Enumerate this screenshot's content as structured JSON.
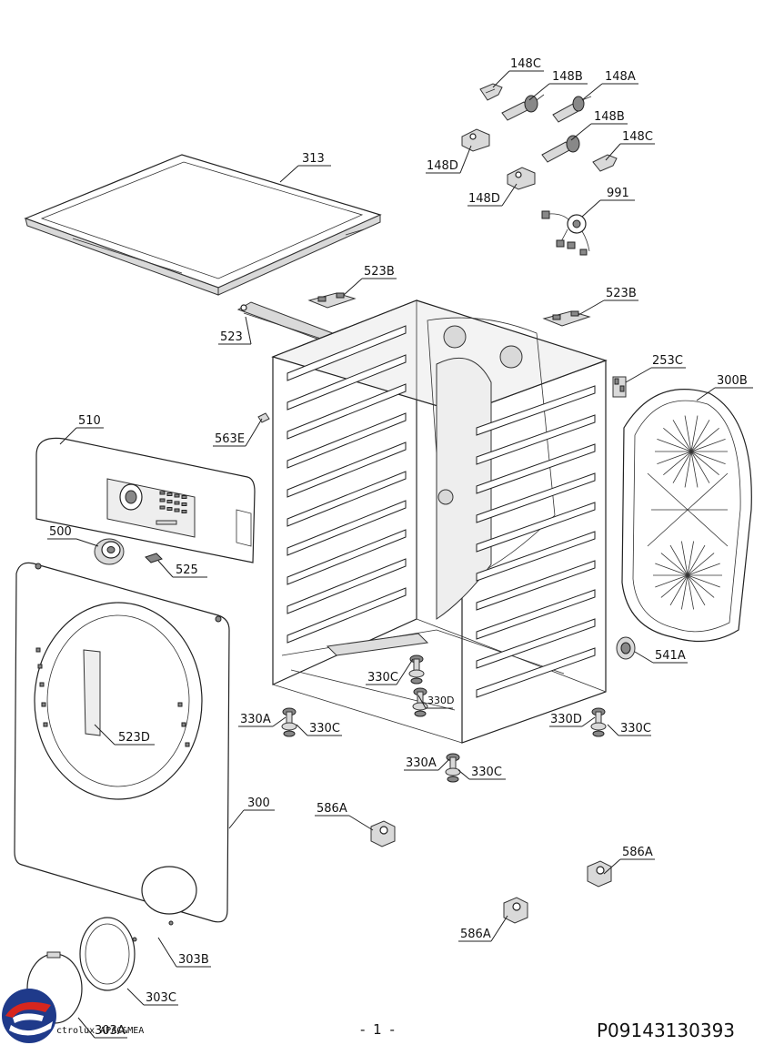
{
  "parts": [
    {
      "id": "148C",
      "label": "148C"
    },
    {
      "id": "148B",
      "label": "148B"
    },
    {
      "id": "148A",
      "label": "148A"
    },
    {
      "id": "148B-2",
      "label": "148B"
    },
    {
      "id": "148C-2",
      "label": "148C"
    },
    {
      "id": "148D",
      "label": "148D"
    },
    {
      "id": "148D-2",
      "label": "148D"
    },
    {
      "id": "991",
      "label": "991"
    },
    {
      "id": "313",
      "label": "313"
    },
    {
      "id": "523B",
      "label": "523B"
    },
    {
      "id": "523B-2",
      "label": "523B"
    },
    {
      "id": "523",
      "label": "523"
    },
    {
      "id": "253C",
      "label": "253C"
    },
    {
      "id": "300B",
      "label": "300B"
    },
    {
      "id": "563E",
      "label": "563E"
    },
    {
      "id": "510",
      "label": "510"
    },
    {
      "id": "500",
      "label": "500"
    },
    {
      "id": "525",
      "label": "525"
    },
    {
      "id": "541A",
      "label": "541A"
    },
    {
      "id": "330C",
      "label": "330C"
    },
    {
      "id": "330D",
      "label": "330D"
    },
    {
      "id": "330A",
      "label": "330A"
    },
    {
      "id": "330C-2",
      "label": "330C"
    },
    {
      "id": "330D-2",
      "label": "330D"
    },
    {
      "id": "330C-3",
      "label": "330C"
    },
    {
      "id": "330A-2",
      "label": "330A"
    },
    {
      "id": "330C-4",
      "label": "330C"
    },
    {
      "id": "523D",
      "label": "523D"
    },
    {
      "id": "300",
      "label": "300"
    },
    {
      "id": "586A",
      "label": "586A"
    },
    {
      "id": "586A-2",
      "label": "586A"
    },
    {
      "id": "586A-3",
      "label": "586A"
    },
    {
      "id": "303B",
      "label": "303B"
    },
    {
      "id": "303C",
      "label": "303C"
    },
    {
      "id": "303A",
      "label": "303A"
    }
  ],
  "footer": {
    "page": "- 1 -",
    "doc_code": "P09143130393",
    "left_text": "ctrolux APAC&MEA"
  },
  "logo": {
    "name": "brand-logo",
    "colors": [
      "#1f3a8a",
      "#d7261e"
    ]
  }
}
